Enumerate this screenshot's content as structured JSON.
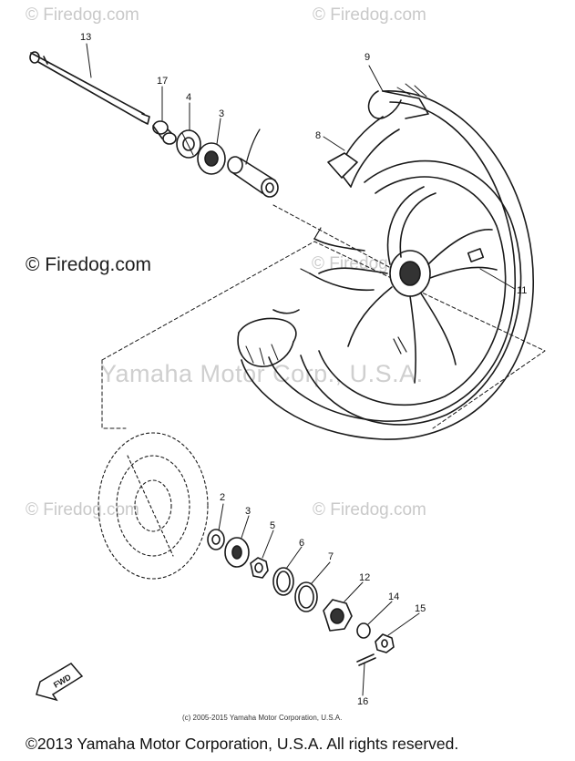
{
  "watermarks": {
    "top_left": "© Firedog.com",
    "top_right": "© Firedog.com",
    "mid_left": "© Firedog.com",
    "center": "© Firedog.com",
    "lower_left": "© Firedog.com",
    "lower_right": "© Firedog.com",
    "yamaha": "Yamaha Motor Corp., U.S.A."
  },
  "callouts": [
    "13",
    "17",
    "4",
    "3",
    "9",
    "8",
    "11",
    "2",
    "3",
    "5",
    "6",
    "7",
    "12",
    "14",
    "15",
    "16"
  ],
  "fwd_label": "FWD",
  "copyright_small": "(c) 2005-2015 Yamaha Motor Corporation, U.S.A.",
  "copyright_main": "©2013 Yamaha Motor Corporation, U.S.A. All rights reserved.",
  "colors": {
    "ink": "#1a1a1a",
    "watermark": "#c9c9c9",
    "background": "#ffffff"
  }
}
